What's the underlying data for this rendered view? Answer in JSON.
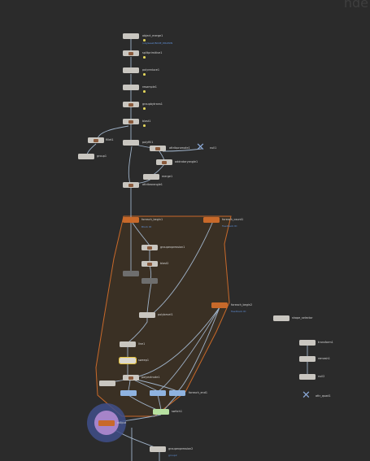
{
  "watermark": "nde ",
  "nodes": {
    "object_merge1": {
      "label": "object_merge1",
      "sub": "/obj/asset/BASE_DRAWIN"
    },
    "splitprimitive1": {
      "label": "splitprimitive1"
    },
    "polyreduce1": {
      "label": "polyreduce1"
    },
    "resample1": {
      "label": "resample1"
    },
    "groupby1": {
      "label": "groupbytrans1"
    },
    "fillet1": {
      "label": "fillet1"
    },
    "blast1": {
      "label": "blast1"
    },
    "group1": {
      "label": "group1"
    },
    "polyfill1": {
      "label": "polyfill1"
    },
    "attribpromote1": {
      "label": "attribpromote1"
    },
    "null1": {
      "label": "null1"
    },
    "addrotaryangle1": {
      "label": "addrotaryangle1"
    },
    "merge1": {
      "label": "merge1"
    },
    "attribwrangle1": {
      "label": "attribwrangle1"
    },
    "foreach_begin1": {
      "label": "foreach_begin1",
      "sub": "Block ID"
    },
    "foreach_count1": {
      "label": "foreach_count1",
      "sub": "Feedback ID"
    },
    "groupexpression1": {
      "label": "groupexpression1"
    },
    "blast2": {
      "label": "blast2"
    },
    "foreach_begin2": {
      "label": "foreach_begin2",
      "sub": "Feedback ID"
    },
    "shape_selector": {
      "label": "shape_selector"
    },
    "polybevel1": {
      "label": "polybevel1"
    },
    "line1": {
      "label": "line1"
    },
    "sweep1": {
      "label": "sweep1"
    },
    "polyextrude1": {
      "label": "polyextrude1"
    },
    "foreach_end1": {
      "label": "foreach_end1"
    },
    "switch1": {
      "label": "switch1"
    },
    "attr_quad1": {
      "label": "attr_quad1"
    },
    "transform1": {
      "label": "transform1"
    },
    "remesh1": {
      "label": "remesh1"
    },
    "null2": {
      "label": "null2"
    },
    "output": {
      "label": "output"
    },
    "groupexpression2": {
      "label": "groupexpression2"
    },
    "group2": {
      "label": "group2"
    }
  },
  "colors": {
    "background": "#2b2b2b",
    "wire": "#9fb2c8",
    "foreach_block": "#c8692a",
    "selected": "#e6c23a",
    "display_flag": "#8a78b0"
  }
}
